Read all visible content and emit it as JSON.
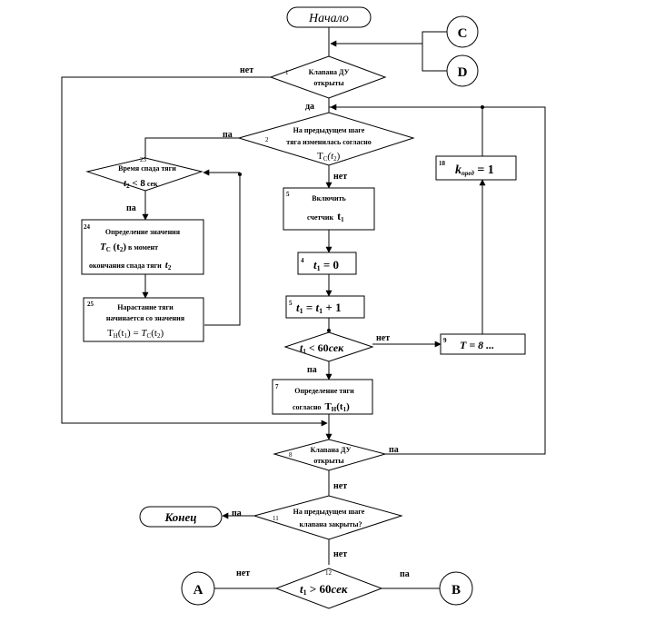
{
  "terminals": {
    "start": "Начало",
    "end": "Конец"
  },
  "connectors": {
    "c": "C",
    "d": "D",
    "a": "A",
    "b": "B"
  },
  "blocks": {
    "b1": {
      "num": "1",
      "line1": "Клапана ДУ",
      "line2": "открыты"
    },
    "b2": {
      "num": "2",
      "line1": "На предыдущем шаге",
      "line2": "тяга изменилась согласно",
      "line3": "Т",
      "sub": "С",
      "arg": "(t",
      "argsub": "2",
      "close": ")"
    },
    "b3": {
      "num": "23",
      "line1": "Время спада тяги",
      "expr_t": "t",
      "expr_sub": "2",
      "expr_rest": " < 8",
      "unit": " сек"
    },
    "b5": {
      "num": "5",
      "line1": "Включить",
      "line2": "счетчик",
      "var": "t",
      "varsub": "1"
    },
    "b4": {
      "num": "4",
      "var": "t",
      "varsub": "1",
      "rest": " = 0"
    },
    "b6": {
      "num": "5",
      "var": "t",
      "varsub": "1",
      "mid": " = ",
      "var2": "t",
      "var2sub": "1",
      "rest": " + 1"
    },
    "b7": {
      "var": "t",
      "varsub": "1",
      "rest": " < 60",
      "unit": "сек"
    },
    "b8": {
      "num": "7",
      "line1": "Определение тяги",
      "line2": "согласно",
      "fn": "Т",
      "fnsub": "Н",
      "arg": "(t",
      "argsub": "1",
      "close": ")"
    },
    "b9": {
      "num": "8",
      "line1": "Клапана ДУ",
      "line2": "открыты"
    },
    "b10": {
      "num": "11",
      "line1": "На предыдущем шаге",
      "line2": "клапана закрыты?"
    },
    "b11": {
      "num": "12",
      "var": "t",
      "varsub": "1",
      "rest": " > 60",
      "unit": "сек"
    },
    "b18": {
      "num": "18",
      "var": "k",
      "varsub": "пред",
      "rest": " = 1"
    },
    "b9r": {
      "num": "9",
      "text": "Т",
      "rest": "   = 8 ..."
    },
    "b24": {
      "num": "24",
      "line1": "Определение значения",
      "fn": "Т",
      "fnsub": "С",
      "arg": " (t",
      "argsub": "2",
      "close": ")",
      "tail": " в момент",
      "line3": "окончания спада тяги",
      "var": "t",
      "varsub": "2"
    },
    "b25": {
      "num": "25",
      "line1": "Нарастание тяги",
      "line2": "начинается со значения",
      "fn": "Т",
      "fnsub": "Н",
      "arg": "(t",
      "argsub": "1",
      "eq": ") = ",
      "fn2": "Т",
      "fn2sub": "С",
      "arg2": "(t",
      "arg2sub": "2",
      "close": ")"
    }
  },
  "labels": {
    "yes": "да",
    "no": "нет",
    "pa": "па"
  }
}
